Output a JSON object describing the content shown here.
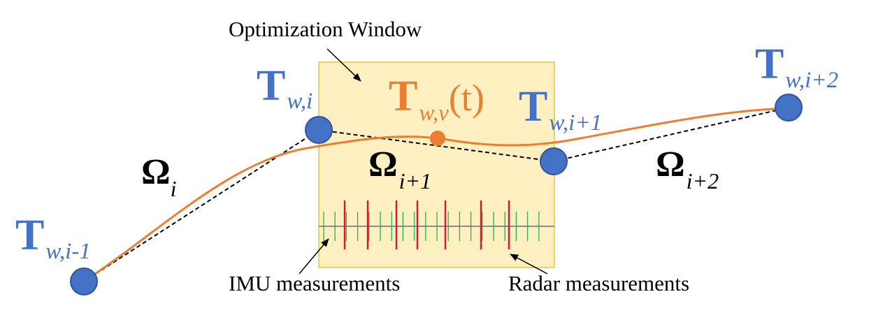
{
  "colors": {
    "pose_blue": "#4472c4",
    "pose_stroke": "#2f5597",
    "trajectory_orange": "#ed7d31",
    "window_fill": "#fff0c1",
    "window_stroke": "#e8c53a",
    "imu_green": "#22b14c",
    "radar_red": "#e0102f",
    "axis_gray": "#8c8c8c"
  },
  "labels": {
    "window": "Optimization Window",
    "imu": "IMU measurements",
    "radar": "Radar measurements"
  },
  "poses": [
    {
      "id": "i-1",
      "symbol": "T",
      "subscript": "w,i-1"
    },
    {
      "id": "i",
      "symbol": "T",
      "subscript": "w,i"
    },
    {
      "id": "i+1",
      "symbol": "T",
      "subscript": "w,i+1"
    },
    {
      "id": "i+2",
      "symbol": "T",
      "subscript": "w,i+2"
    }
  ],
  "virtual_pose": {
    "symbol": "T",
    "subscript": "w,v",
    "argument": "(t)"
  },
  "constraints": [
    {
      "symbol": "Ω",
      "subscript": "i"
    },
    {
      "symbol": "Ω",
      "subscript": "i+1"
    },
    {
      "symbol": "Ω",
      "subscript": "i+2"
    }
  ]
}
